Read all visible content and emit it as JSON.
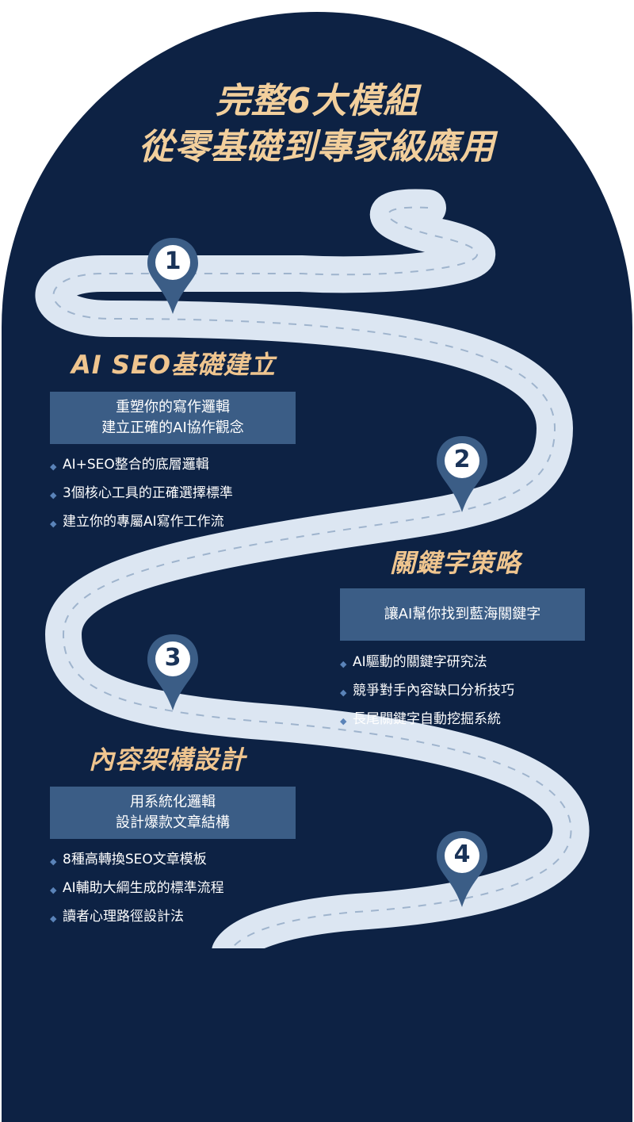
{
  "header": {
    "title_line1": "完整6大模組",
    "title_line2": "從零基礎到專家級應用"
  },
  "modules": [
    {
      "number": "1",
      "title": "AI SEO基礎建立",
      "subtitle_lines": [
        "重塑你的寫作邏輯",
        "建立正確的AI協作觀念"
      ],
      "bullets": [
        "AI+SEO整合的底層邏輯",
        "3個核心工具的正確選擇標準",
        "建立你的專屬AI寫作工作流"
      ]
    },
    {
      "number": "2",
      "title": "關鍵字策略",
      "subtitle_lines": [
        "讓AI幫你找到藍海關鍵字"
      ],
      "bullets": [
        "AI驅動的關鍵字研究法",
        "競爭對手內容缺口分析技巧",
        "長尾關鍵字自動挖掘系統"
      ]
    },
    {
      "number": "3",
      "title": "內容架構設計",
      "subtitle_lines": [
        "用系統化邏輯",
        "設計爆款文章結構"
      ],
      "bullets": [
        "8種高轉換SEO文章模板",
        "AI輔助大綱生成的標準流程",
        "讀者心理路徑設計法"
      ]
    },
    {
      "number": "4"
    }
  ],
  "colors": {
    "background": "#0d2244",
    "road": "#dce6f2",
    "title_gold": "#f2cf9c",
    "box_blue": "#3b5d86",
    "marker_blue": "#3b5d86"
  },
  "icons": {
    "bullet": "diamond-icon",
    "marker": "map-pin-icon"
  }
}
